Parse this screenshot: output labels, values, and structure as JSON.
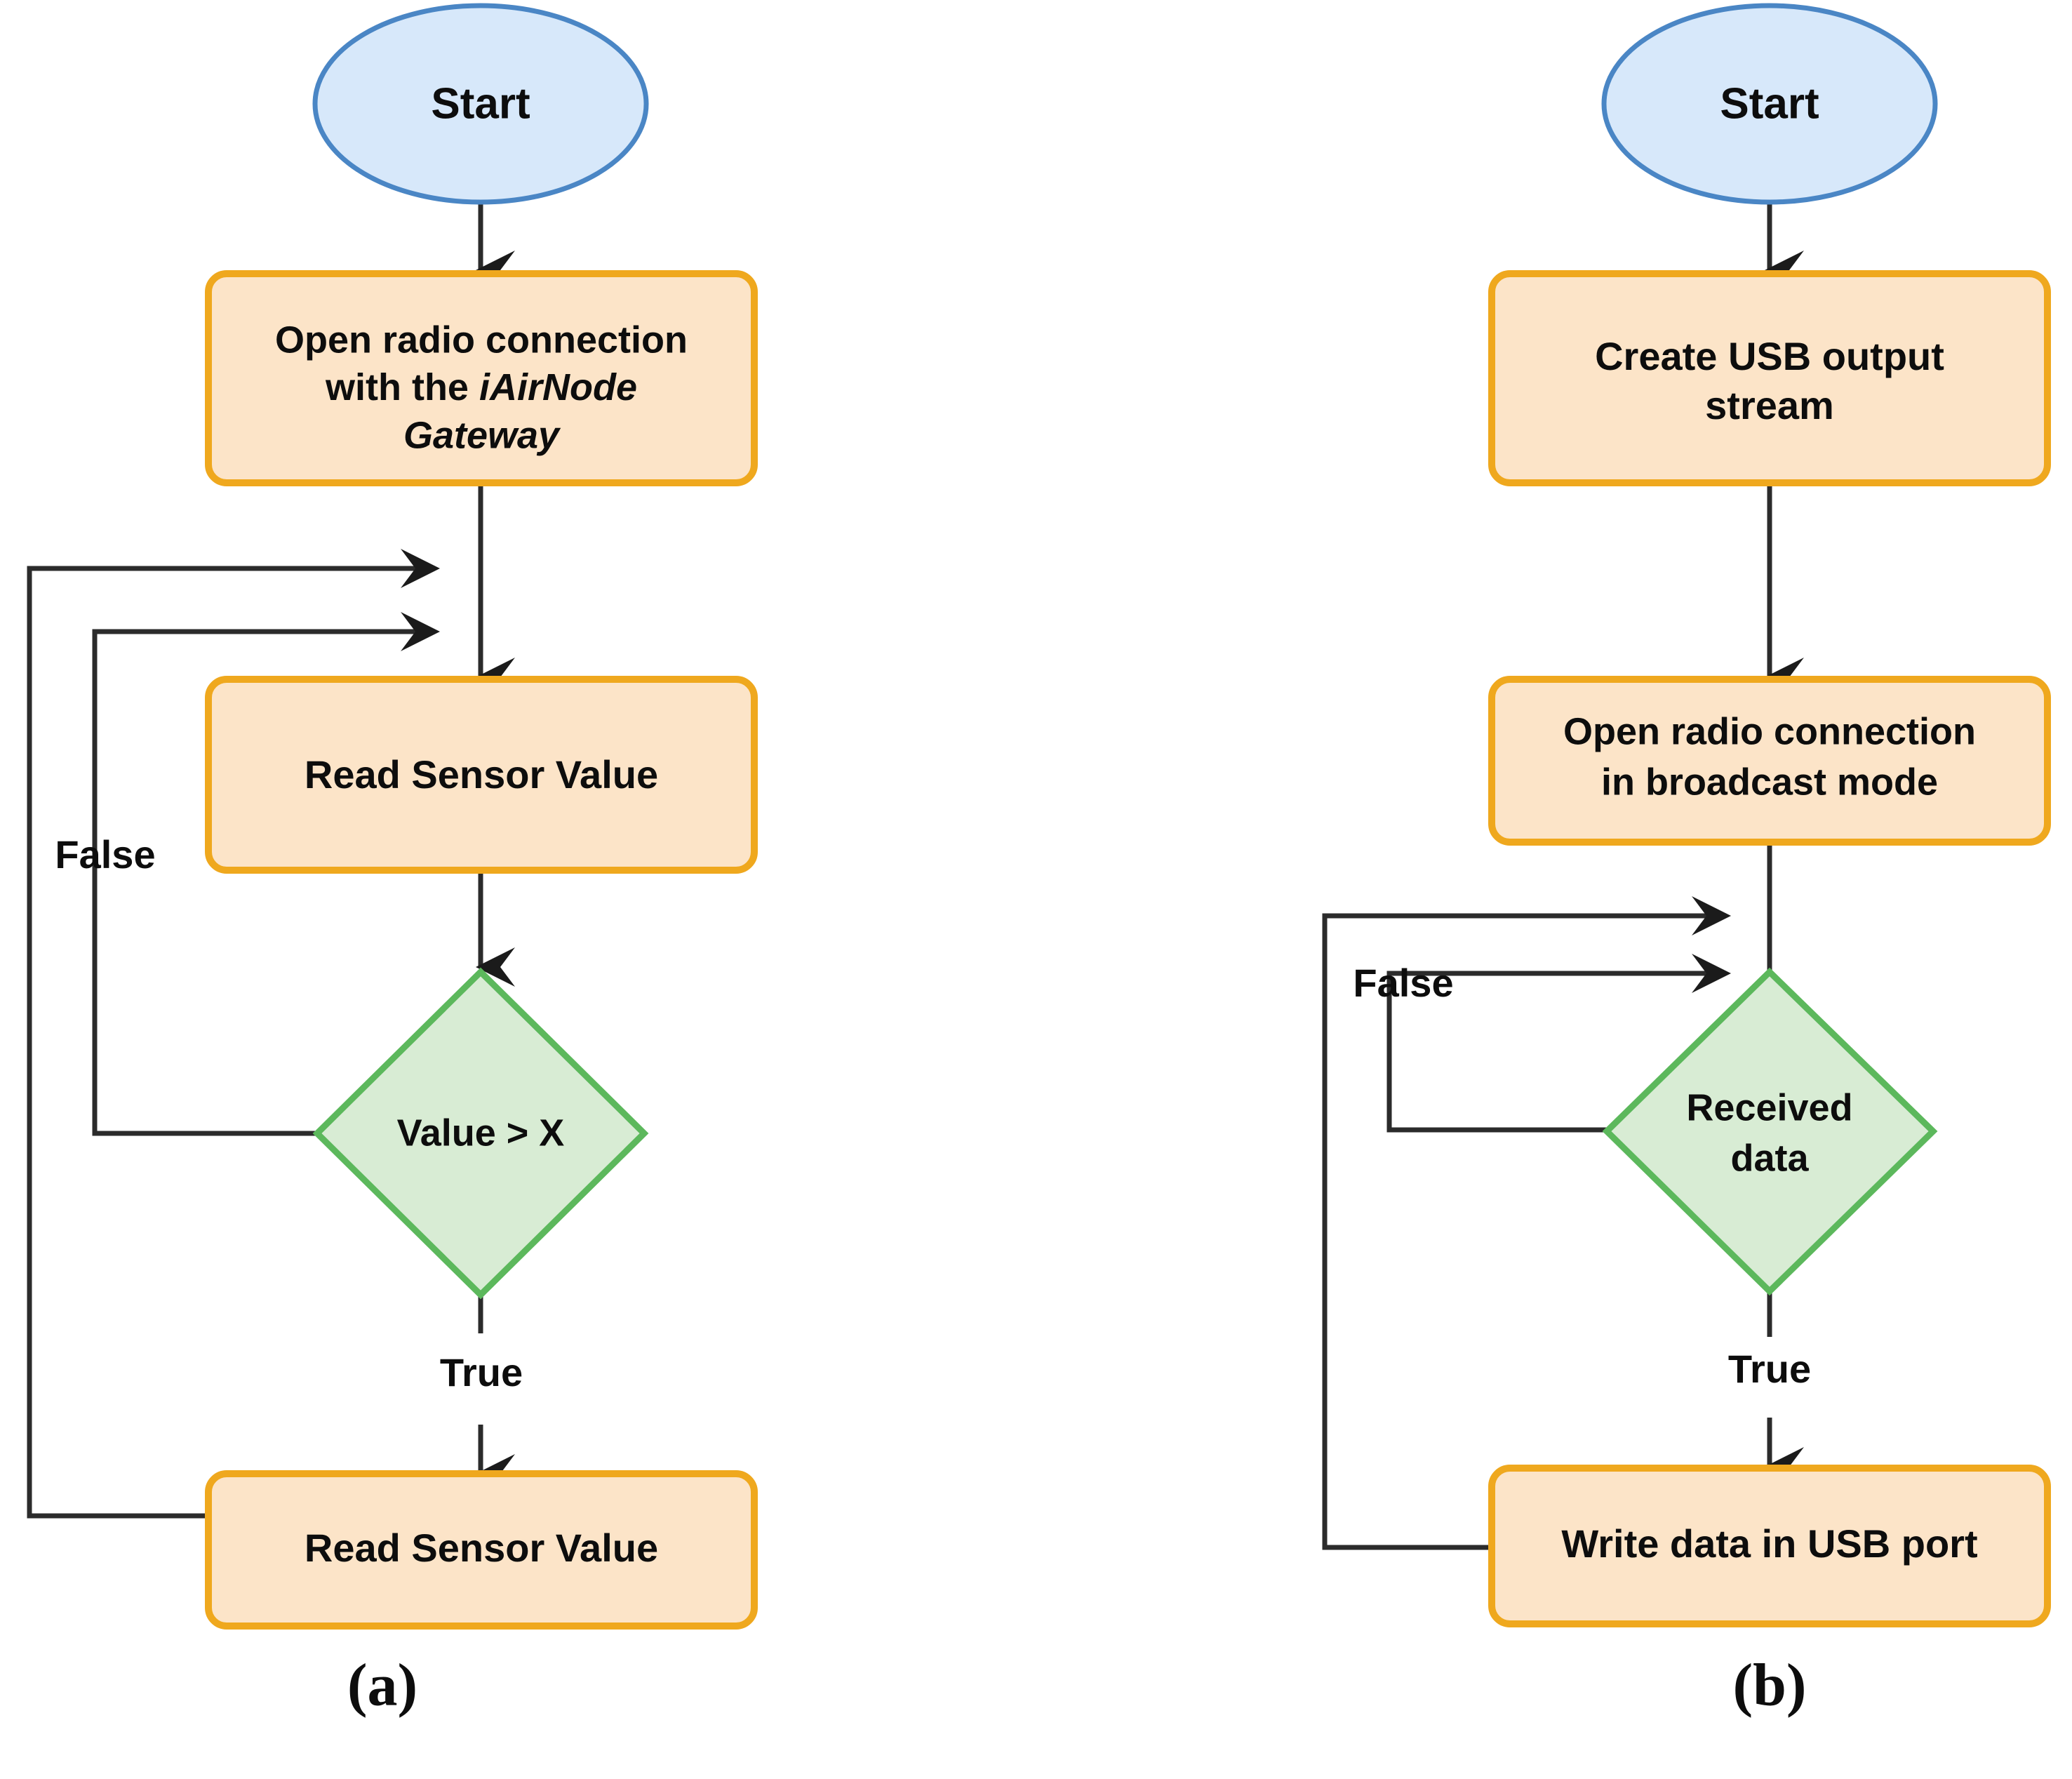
{
  "figure": {
    "background": "#ffffff",
    "palette": {
      "terminator_fill": "#d7e8fa",
      "terminator_stroke": "#4a86c5",
      "process_fill": "#fce4c8",
      "process_stroke": "#efa81e",
      "decision_fill": "#d8ecd4",
      "decision_stroke": "#5cb85c",
      "connector": "#2b2b2b",
      "text": "#0d0d0d"
    }
  },
  "panels": [
    {
      "id": "panel-a",
      "caption": "(a)",
      "nodes": [
        {
          "id": "a-start",
          "type": "terminator",
          "label": "Start"
        },
        {
          "id": "a-open",
          "type": "process",
          "label_lines": [
            "Open radio connection",
            "with the ",
            "iAirNode",
            "Gateway"
          ],
          "line1": "Open radio connection",
          "line2_plain": "with the ",
          "line2_italic": "iAirNode",
          "line3_italic": "Gateway"
        },
        {
          "id": "a-read1",
          "type": "process",
          "label": "Read Sensor Value"
        },
        {
          "id": "a-decide",
          "type": "decision",
          "label": "Value > X"
        },
        {
          "id": "a-read2",
          "type": "process",
          "label": "Read Sensor Value"
        }
      ],
      "edge_labels": [
        {
          "id": "a-false",
          "text": "False"
        },
        {
          "id": "a-true",
          "text": "True"
        }
      ]
    },
    {
      "id": "panel-b",
      "caption": "(b)",
      "nodes": [
        {
          "id": "b-start",
          "type": "terminator",
          "label": "Start"
        },
        {
          "id": "b-create",
          "type": "process",
          "line1": "Create USB output",
          "line2": "stream"
        },
        {
          "id": "b-open",
          "type": "process",
          "line1": "Open radio connection",
          "line2": "in broadcast mode"
        },
        {
          "id": "b-decide",
          "type": "decision",
          "line1": "Received",
          "line2": "data"
        },
        {
          "id": "b-write",
          "type": "process",
          "label": "Write data in USB port"
        }
      ],
      "edge_labels": [
        {
          "id": "b-false",
          "text": "False"
        },
        {
          "id": "b-true",
          "text": "True"
        }
      ]
    }
  ]
}
